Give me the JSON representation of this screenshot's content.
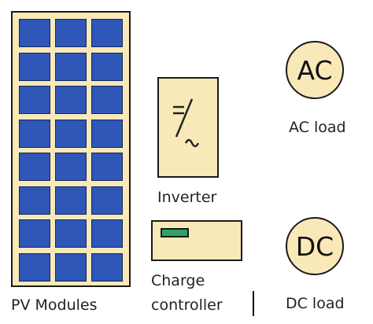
{
  "pv": {
    "label": "PV Modules",
    "cell_count": 24
  },
  "inverter": {
    "label": "Inverter"
  },
  "charge": {
    "line1": "Charge",
    "line2": "controller"
  },
  "ac": {
    "symbol": "AC",
    "label": "AC load"
  },
  "dc": {
    "symbol": "DC",
    "label": "DC load"
  },
  "colors": {
    "fill": "#f9e9b8",
    "cell": "#2e57b8",
    "led": "#2fa266",
    "outline": "#1a1a1a"
  }
}
